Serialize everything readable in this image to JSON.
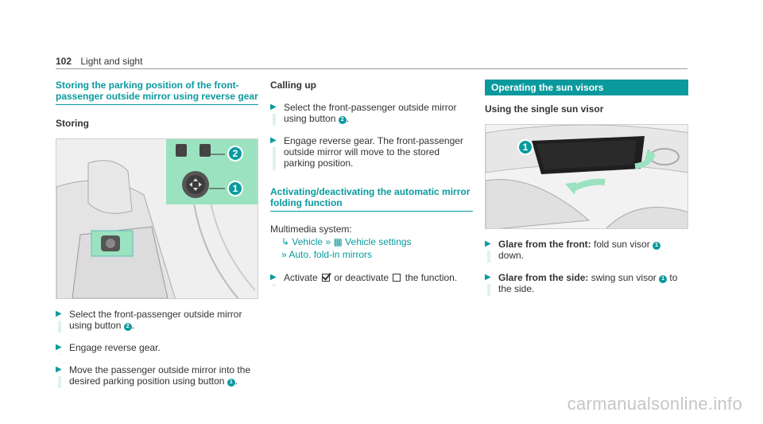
{
  "header": {
    "page_number": "102",
    "section": "Light and sight"
  },
  "col1": {
    "title": "Storing the parking position of the front-passenger outside mirror using reverse gear",
    "subheading": "Storing",
    "figure_callouts": [
      "1",
      "2"
    ],
    "steps": [
      {
        "before": "Select the front-passenger outside mirror using button ",
        "callout": "2",
        "after": "."
      },
      {
        "before": "Engage reverse gear.",
        "callout": "",
        "after": ""
      },
      {
        "before": "Move the passenger outside mirror into the desired parking position using button ",
        "callout": "1",
        "after": "."
      }
    ]
  },
  "col2": {
    "subheading": "Calling up",
    "steps": [
      {
        "before": "Select the front-passenger outside mirror using button ",
        "callout": "2",
        "after": "."
      },
      {
        "before": "Engage reverse gear. The front-passenger outside mirror will move to the stored parking position.",
        "callout": "",
        "after": ""
      }
    ],
    "title2": "Activating/deactivating the automatic mirror folding function",
    "multimedia_label": "Multimedia system:",
    "path_line1_a": "Vehicle",
    "path_line1_b": "Vehicle settings",
    "path_line2": "Auto. fold-in mirrors",
    "step3_a": "Activate",
    "step3_b": "or deactivate",
    "step3_c": "the function."
  },
  "col3": {
    "bar_title": "Operating the sun visors",
    "subheading": "Using the single sun visor",
    "figure_callout": "1",
    "steps": [
      {
        "bold": "Glare from the front:",
        "text": " fold sun visor ",
        "callout": "1",
        "after": " down."
      },
      {
        "bold": "Glare from the side:",
        "text": " swing sun visor ",
        "callout": "1",
        "after": " to the side."
      }
    ]
  },
  "watermark": "carmanualsonline.info",
  "colors": {
    "accent": "#0a9a9e",
    "highlight": "#9be3c0"
  }
}
